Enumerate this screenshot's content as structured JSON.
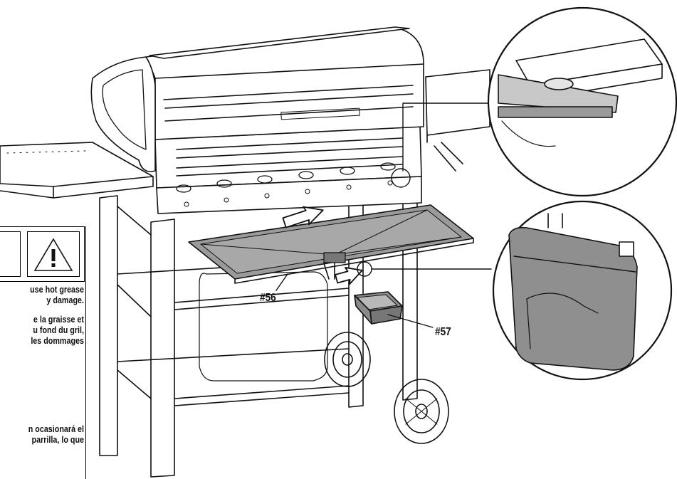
{
  "labels": {
    "part_56": "#56",
    "part_57": "#57"
  },
  "warning": {
    "icon": "warning-triangle-icon",
    "en_lines": [
      "use hot grease",
      "y damage."
    ],
    "fr_lines": [
      "e la graisse et",
      "u fond du gril,",
      "les dommages"
    ],
    "es_lines": [
      "n ocasionará el",
      "parrilla, lo que"
    ]
  },
  "colors": {
    "line": "#111111",
    "tray_fill": "#9a9a9a",
    "cup_fill": "#8f8f8f"
  }
}
